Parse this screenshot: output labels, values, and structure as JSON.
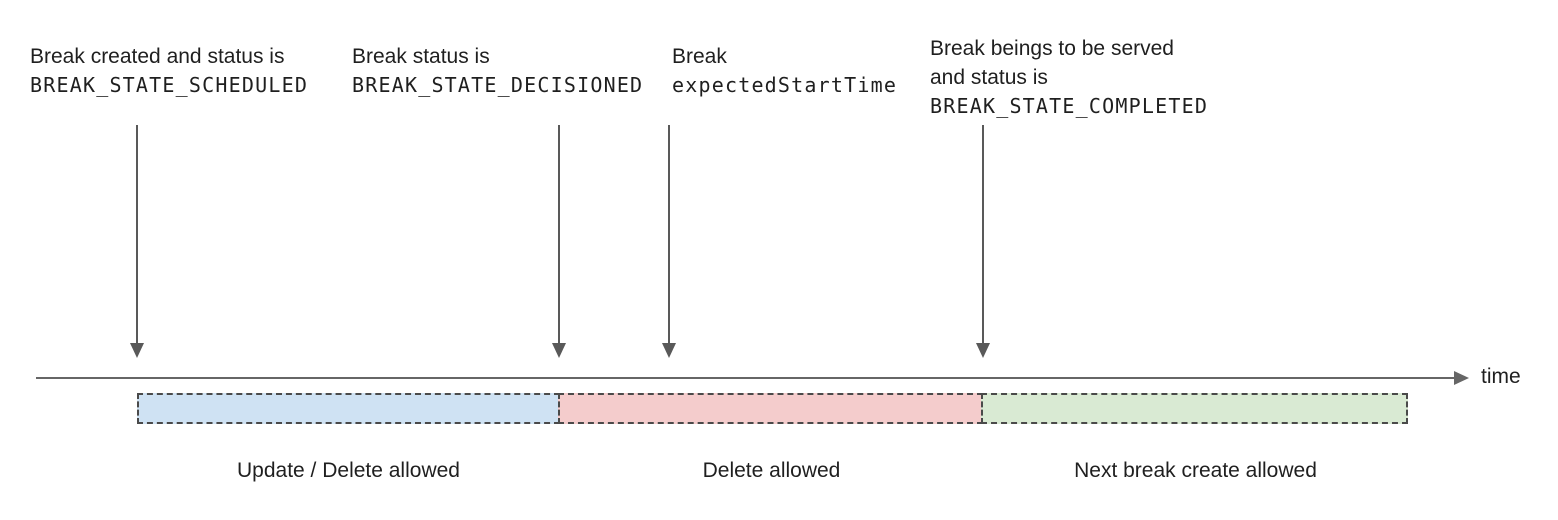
{
  "annotations": [
    {
      "line1": "Break created and status is",
      "line2": "BREAK_STATE_SCHEDULED"
    },
    {
      "line1": "Break status is",
      "line2": "BREAK_STATE_DECISIONED"
    },
    {
      "line1": "Break",
      "line2": "expectedStartTime"
    },
    {
      "line1": "Break beings to be served",
      "line2": "and status is",
      "line3": "BREAK_STATE_COMPLETED"
    }
  ],
  "timeline": {
    "axis_label": "time"
  },
  "segments": [
    {
      "label": "Update / Delete allowed",
      "fill": "#cfe2f3"
    },
    {
      "label": "Delete allowed",
      "fill": "#f4cccc"
    },
    {
      "label": "Next break create allowed",
      "fill": "#d9ead3"
    }
  ],
  "colors": {
    "text": "#1f1f1f",
    "arrow": "#595959",
    "axis": "#666666",
    "segment_border": "#4a4a4a"
  }
}
